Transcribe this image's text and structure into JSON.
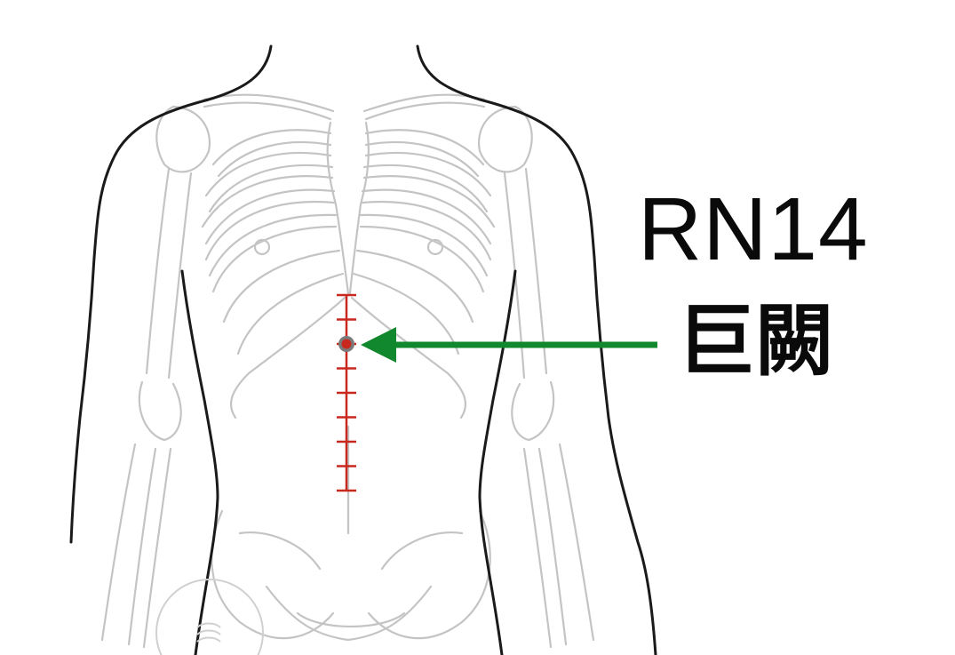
{
  "point": {
    "code": "RN14",
    "name": "巨闕"
  },
  "colors": {
    "arrow": "#12882e",
    "scale": "#c8281e",
    "point": "#c8281e",
    "point_ring": "#7a7a7a",
    "body_outline": "#1a1a1a",
    "skeleton": "#c4c4c4",
    "label_text": "#0a0a0a"
  },
  "scale": {
    "tick_count": 9,
    "marked_tick_index": 2
  }
}
